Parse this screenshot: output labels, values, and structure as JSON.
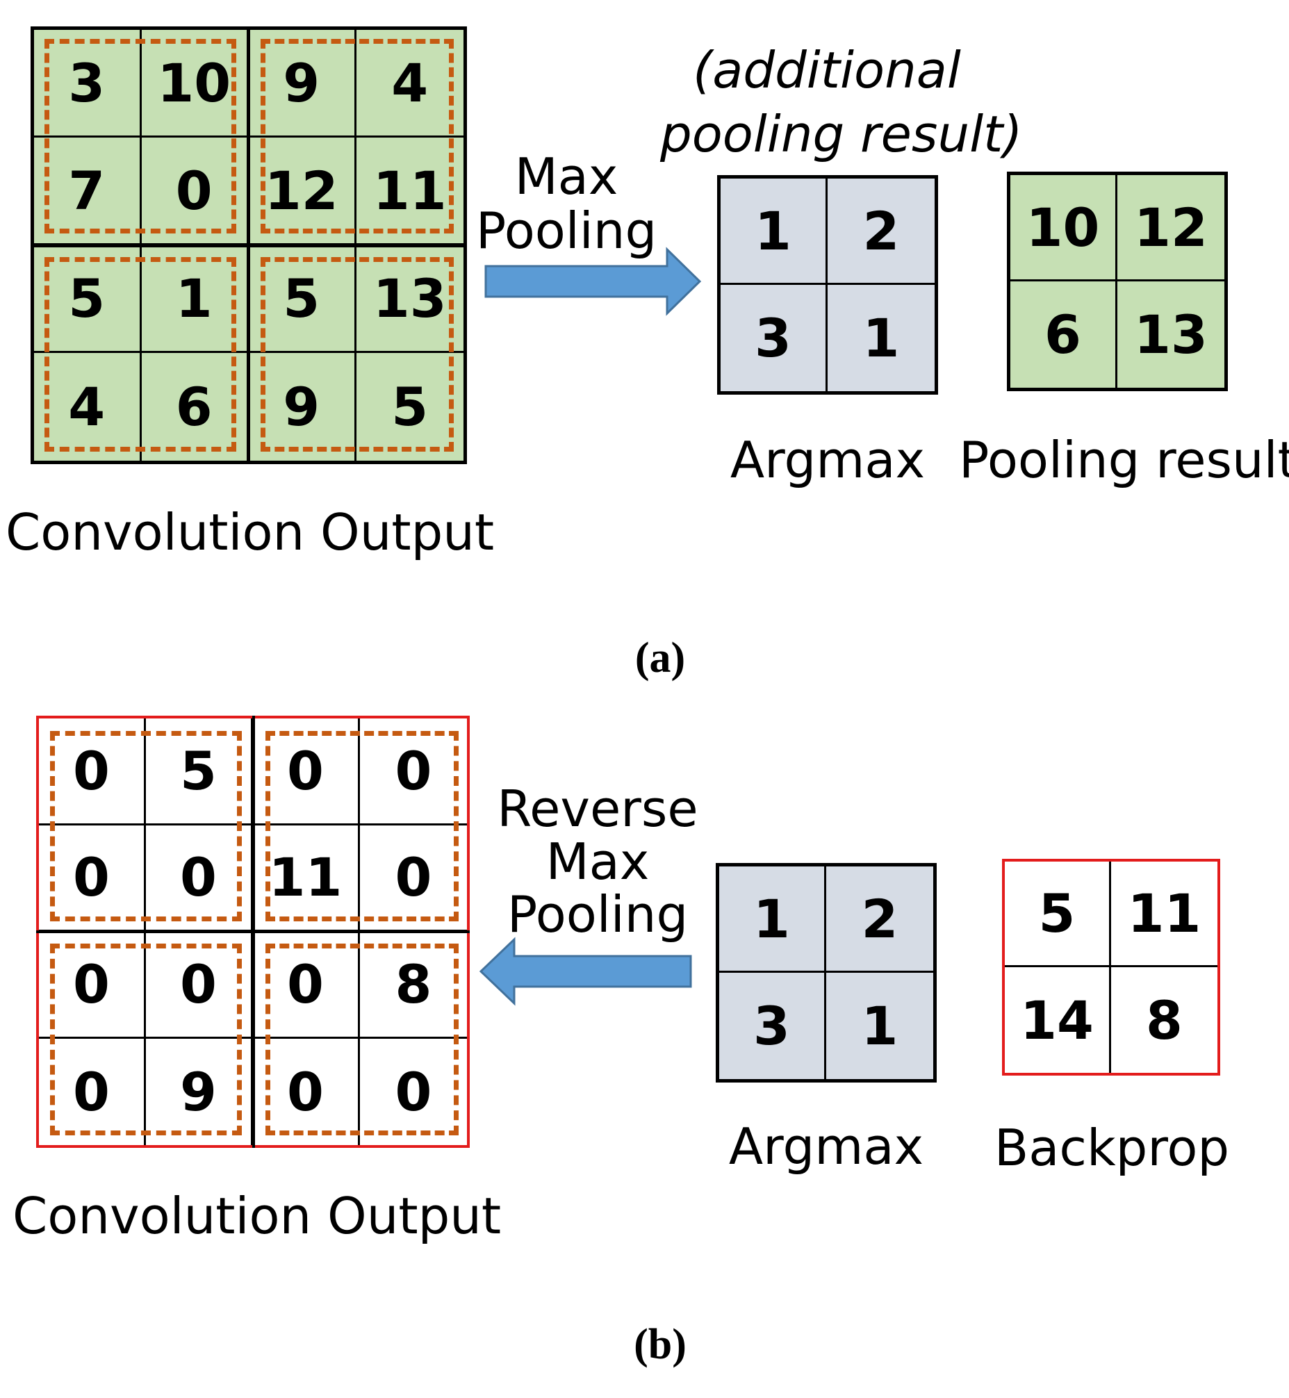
{
  "panel_a": {
    "conv_label": "Convolution Output",
    "conv_grid": [
      [
        "3",
        "10",
        "9",
        "4"
      ],
      [
        "7",
        "0",
        "12",
        "11"
      ],
      [
        "5",
        "1",
        "5",
        "13"
      ],
      [
        "4",
        "6",
        "9",
        "5"
      ]
    ],
    "arrow_label_line1": "Max",
    "arrow_label_line2": "Pooling",
    "additional_line1": "(additional",
    "additional_line2": "pooling result)",
    "argmax_grid": [
      [
        "1",
        "2"
      ],
      [
        "3",
        "1"
      ]
    ],
    "argmax_label": "Argmax",
    "pool_grid": [
      [
        "10",
        "12"
      ],
      [
        "6",
        "13"
      ]
    ],
    "pool_label": "Pooling result",
    "caption": "(a)"
  },
  "panel_b": {
    "conv_label": "Convolution Output",
    "conv_grid": [
      [
        "0",
        "5",
        "0",
        "0"
      ],
      [
        "0",
        "0",
        "11",
        "0"
      ],
      [
        "0",
        "0",
        "0",
        "8"
      ],
      [
        "0",
        "9",
        "0",
        "0"
      ]
    ],
    "arrow_label_line1": "Reverse",
    "arrow_label_line2": "Max",
    "arrow_label_line3": "Pooling",
    "argmax_grid": [
      [
        "1",
        "2"
      ],
      [
        "3",
        "1"
      ]
    ],
    "argmax_label": "Argmax",
    "backprop_grid": [
      [
        "5",
        "11"
      ],
      [
        "14",
        "8"
      ]
    ],
    "backprop_label": "Backprop",
    "caption": "(b)"
  },
  "colors": {
    "green_fill": "#c6e0b4",
    "blue_fill": "#d6dce5",
    "dashed_orange": "#c55a11",
    "red_frame": "#e31c1c",
    "arrow_blue": "#5b9bd5"
  }
}
